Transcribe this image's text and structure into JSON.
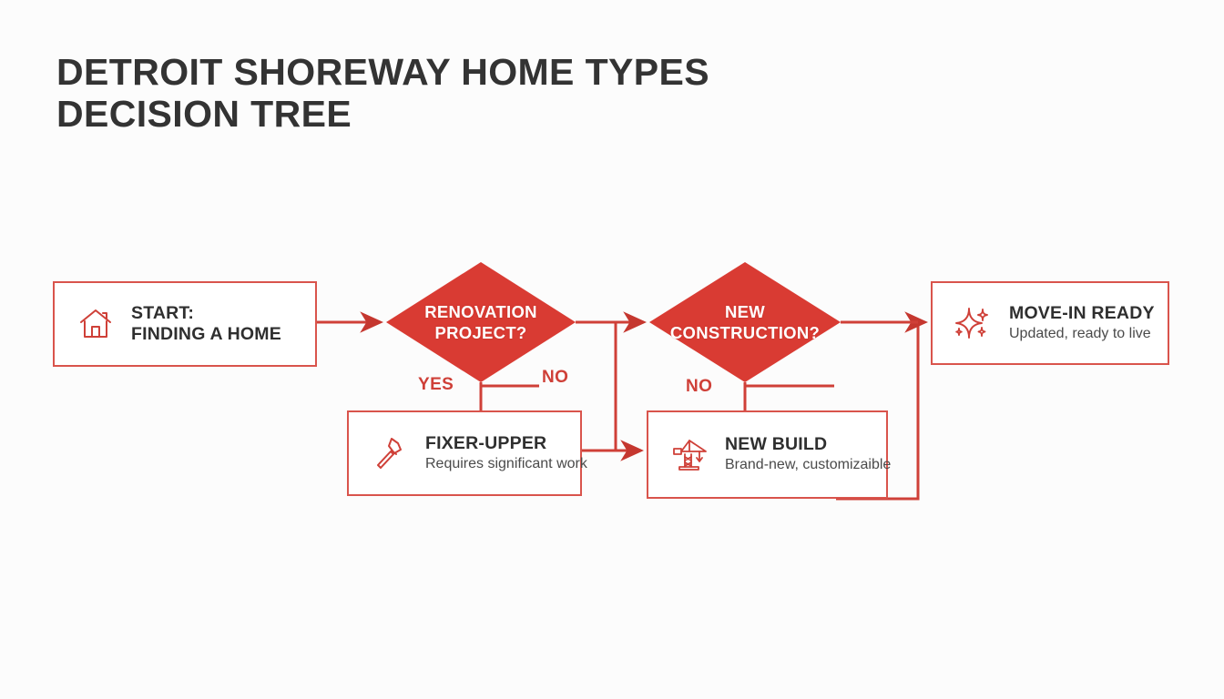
{
  "page": {
    "title_lines": [
      "DETROIT SHOREWAY HOME TYPES",
      "DECISION TREE"
    ],
    "background_color": "#fcfcfc",
    "accent_color": "#d9544c",
    "diamond_fill": "#d93b33",
    "title_color": "#333333",
    "label_color": "#cf4038"
  },
  "nodes": {
    "start": {
      "id": "start",
      "shape": "rectangle",
      "title": "START:",
      "subtitle": "FINDING A HOME",
      "icon": "house-icon"
    },
    "renovation": {
      "id": "renovation",
      "shape": "diamond",
      "line1": "RENOVATION",
      "line2": "PROJECT?"
    },
    "new_construction": {
      "id": "new_construction",
      "shape": "diamond",
      "line1": "NEW",
      "line2": "CONSTRUCTION?"
    },
    "fixer_upper": {
      "id": "fixer_upper",
      "shape": "rectangle",
      "title": "FIXER-UPPER",
      "subtitle": "Requires significant work",
      "icon": "hammer-icon"
    },
    "new_build": {
      "id": "new_build",
      "shape": "rectangle",
      "title": "NEW BUILD",
      "subtitle": "Brand-new, customizaible",
      "icon": "crane-icon"
    },
    "move_in_ready": {
      "id": "move_in_ready",
      "shape": "rectangle",
      "title": "MOVE-IN READY",
      "subtitle": "Updated, ready to live",
      "icon": "sparkle-icon"
    }
  },
  "branch_labels": {
    "renovation_yes": "YES",
    "renovation_no": "NO",
    "new_construction_no": "NO"
  },
  "edges": [
    {
      "from": "start",
      "to": "renovation",
      "label": ""
    },
    {
      "from": "renovation",
      "to": "fixer_upper",
      "label": "YES"
    },
    {
      "from": "renovation",
      "to": "new_construction",
      "label": "NO"
    },
    {
      "from": "new_construction",
      "to": "new_build",
      "label": "NO"
    },
    {
      "from": "new_build",
      "to": "move_in_ready",
      "label": ""
    }
  ]
}
